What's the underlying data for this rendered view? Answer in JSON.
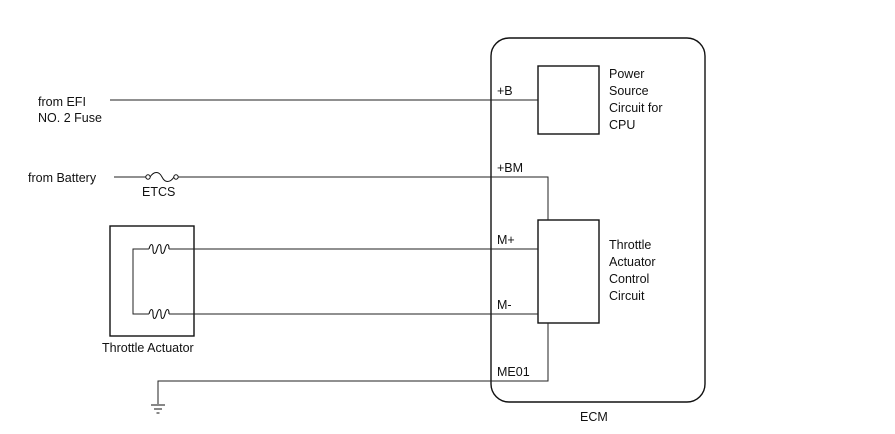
{
  "sources": {
    "efi_line1": "from EFI",
    "efi_line2": "NO. 2 Fuse",
    "battery": "from Battery",
    "fuse": "ETCS"
  },
  "actuator": {
    "label": "Throttle Actuator"
  },
  "ecm": {
    "label": "ECM",
    "terminals": {
      "b": "+B",
      "bm": "+BM",
      "m_plus": "M+",
      "m_minus": "M-",
      "me01": "ME01"
    },
    "power_circuit": {
      "line1": "Power",
      "line2": "Source",
      "line3": "Circuit for",
      "line4": "CPU"
    },
    "throttle_circuit": {
      "line1": "Throttle",
      "line2": "Actuator",
      "line3": "Control",
      "line4": "Circuit"
    }
  }
}
